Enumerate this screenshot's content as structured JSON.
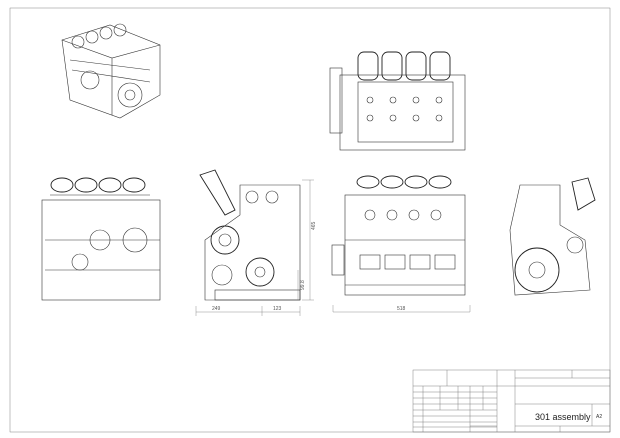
{
  "drawing": {
    "title": "301 assembly",
    "sheet_size": "A2",
    "dimensions": {
      "front_width_left": "249",
      "front_width_right": "123",
      "front_height": "465",
      "front_crank_height": "99.8",
      "side_length": "518"
    },
    "views": [
      "isometric",
      "top",
      "left-side",
      "front",
      "side",
      "rear"
    ]
  }
}
